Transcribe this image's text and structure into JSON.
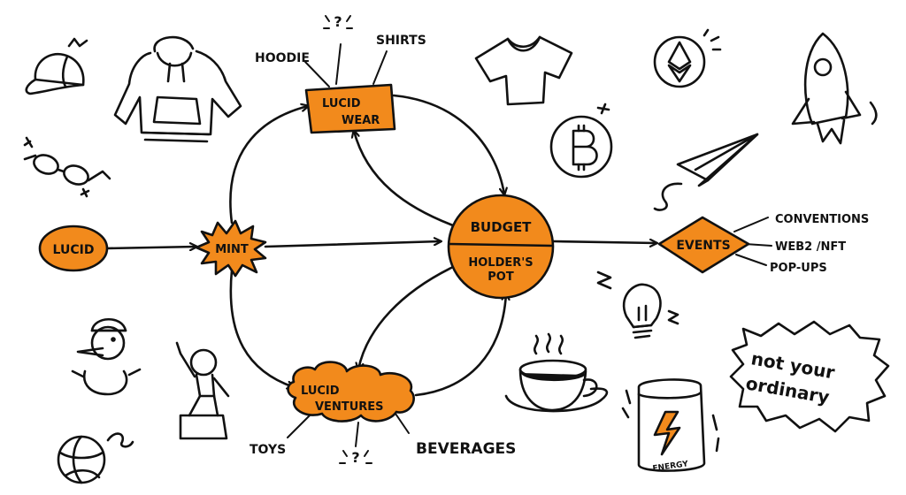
{
  "colors": {
    "accent": "#f28a1c",
    "ink": "#111111",
    "background": "#ffffff"
  },
  "nodes": {
    "lucid": "LUCID",
    "mint": "MINT",
    "lucid_wear": [
      "LUCID",
      "WEAR"
    ],
    "budget": "BUDGET",
    "holders_pot": [
      "HOLDER'S",
      "POT"
    ],
    "lucid_ventures": [
      "LUCID",
      "VENTURES"
    ],
    "events": "EVENTS"
  },
  "branches": {
    "wear": [
      "HOODIE",
      "SHIRTS",
      "?"
    ],
    "ventures": [
      "TOYS",
      "BEVERAGES",
      "?"
    ],
    "events": [
      "CONVENTIONS",
      "WEB2 /NFT",
      "POP-UPS"
    ]
  },
  "badge": [
    "not your",
    "ordinary"
  ],
  "can_label": "ENERGY",
  "icons": [
    "cap-icon",
    "hoodie-icon",
    "glasses-icon",
    "tshirt-icon",
    "bitcoin-icon",
    "ethereum-icon",
    "rocket-icon",
    "paper-plane-icon",
    "lightbulb-icon",
    "coffee-cup-icon",
    "energy-can-icon",
    "snowman-icon",
    "figure-icon",
    "ball-icon"
  ]
}
